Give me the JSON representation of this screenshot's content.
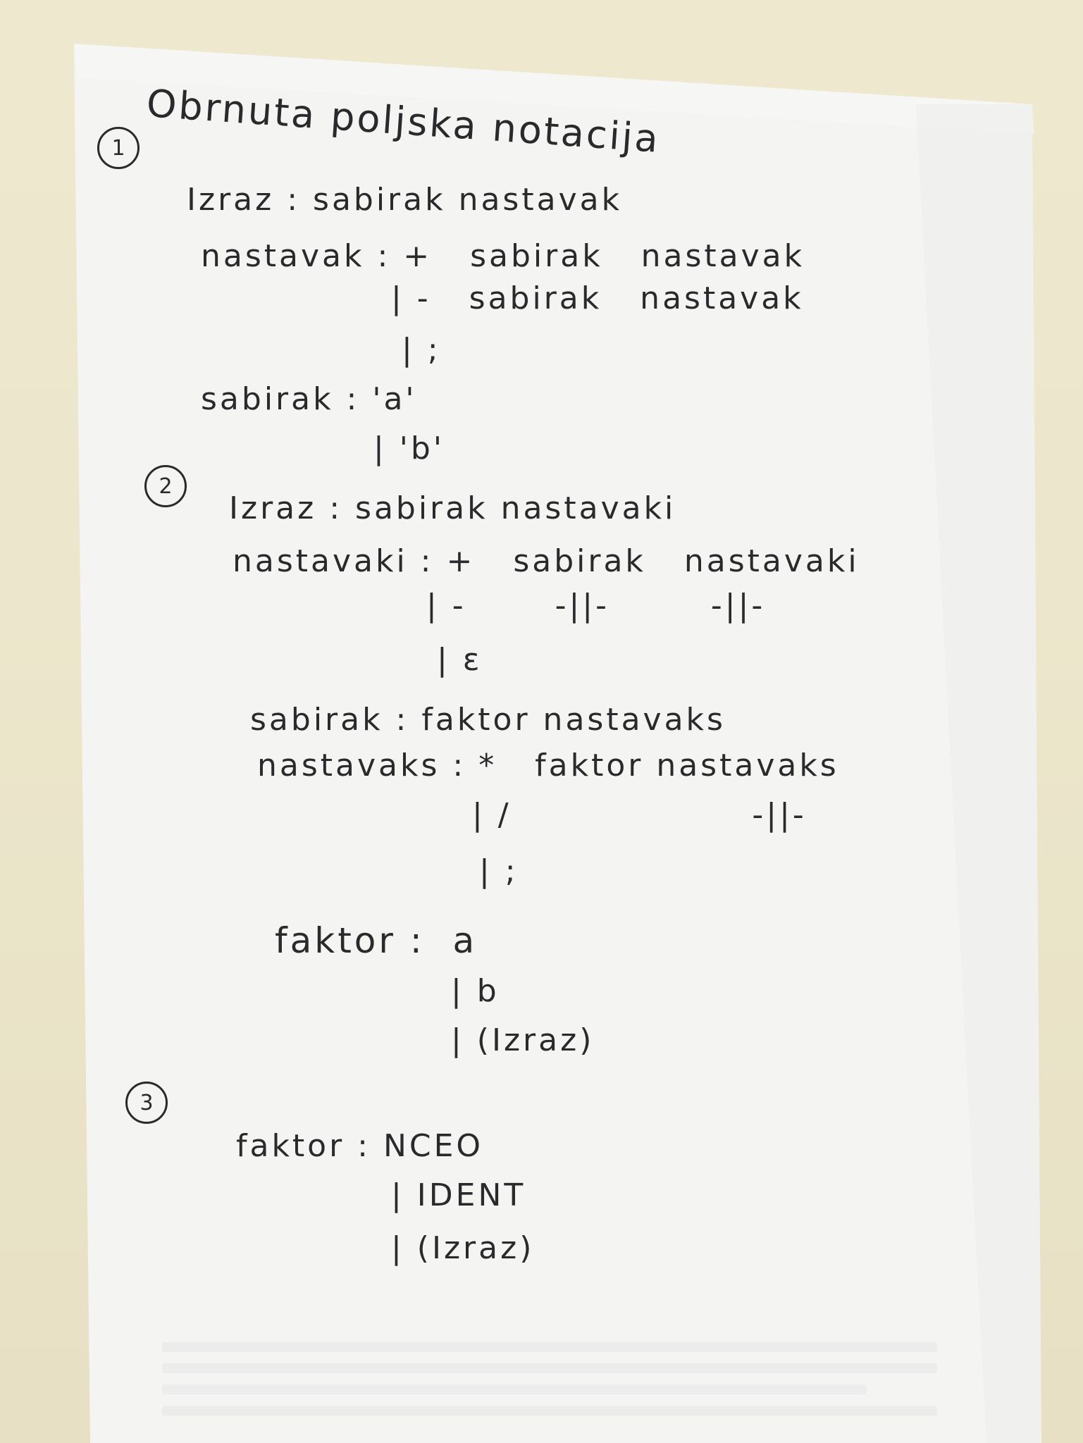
{
  "title": "Obrnuta poljska notacija",
  "sections": [
    {
      "number": "1",
      "lines": [
        "Izraz : sabirak nastavak",
        "nastavak : +   sabirak   nastavak",
        "| -   sabirak   nastavak",
        "| ;",
        "sabirak : 'a'",
        "| 'b'"
      ]
    },
    {
      "number": "2",
      "lines": [
        "Izraz : sabirak nastavaki",
        "nastavaki : +   sabirak   nastavaki",
        "| -       -||-        -||-",
        "| ε",
        "sabirak : faktor nastavaks",
        "nastavaks : *   faktor nastavaks",
        "| /                   -||-",
        "| ;",
        "faktor :  a",
        "| b",
        "| (Izraz)"
      ]
    },
    {
      "number": "3",
      "lines": [
        "faktor : NCEO",
        "| IDENT",
        "| (Izraz)"
      ]
    }
  ]
}
